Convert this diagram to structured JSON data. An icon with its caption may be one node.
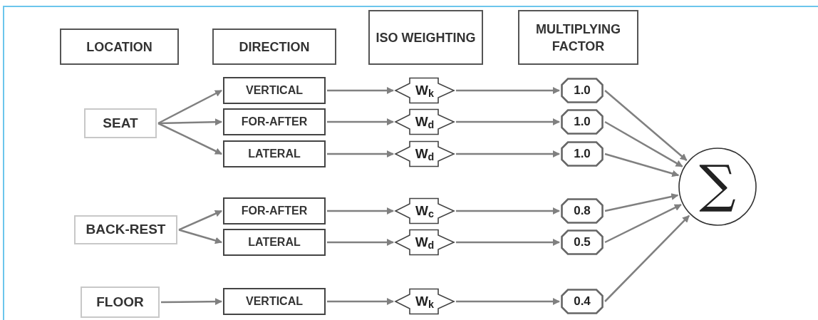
{
  "diagram": {
    "nodes": [
      {
        "text": [
          "LOCATION"
        ]
      },
      {
        "text": [
          "DIRECTION"
        ]
      },
      {
        "text": [
          "ISO WEIGHTING"
        ]
      },
      {
        "text": [
          "MULTIPLYING FACTOR"
        ]
      },
      {
        "text": [
          "SEAT"
        ]
      },
      {
        "text": [
          "BACK-REST"
        ]
      },
      {
        "text": [
          "FLOOR"
        ]
      },
      {
        "text": [
          "VERTICAL"
        ]
      },
      {
        "text": [
          "FOR-AFTER"
        ]
      },
      {
        "text": [
          "LATERAL"
        ]
      },
      {
        "text": [
          "FOR-AFTER"
        ]
      },
      {
        "text": [
          "LATERAL"
        ]
      },
      {
        "text": [
          "VERTICAL"
        ]
      },
      {
        "text": [
          "W$_{k}$"
        ]
      },
      {
        "text": [
          "W$_{d}$"
        ]
      },
      {
        "text": [
          "W$_{d}$"
        ]
      },
      {
        "text": [
          "W$_{c}$"
        ]
      },
      {
        "text": [
          "W$_{d}$"
        ]
      },
      {
        "text": [
          "W$_{k}$"
        ]
      },
      {
        "text": [
          "1.0"
        ]
      },
      {
        "text": [
          "1.0"
        ]
      },
      {
        "text": [
          "1.0"
        ]
      },
      {
        "text": [
          "0.8"
        ]
      },
      {
        "text": [
          "0.5"
        ]
      },
      {
        "text": [
          "0.4"
        ]
      },
      {
        "text": [
          "∑"
        ]
      }
    ],
    "edges": [
      {
        "from": 4,
        "to": 7,
        "arrow": "to"
      },
      {
        "from": 4,
        "to": 8,
        "arrow": "to"
      },
      {
        "from": 4,
        "to": 9,
        "arrow": "to"
      },
      {
        "from": 5,
        "to": 10,
        "arrow": "to"
      },
      {
        "from": 5,
        "to": 11,
        "arrow": "to"
      },
      {
        "from": 6,
        "to": 12,
        "arrow": "to"
      },
      {
        "from": 7,
        "to": 13,
        "arrow": "to"
      },
      {
        "from": 8,
        "to": 14,
        "arrow": "to"
      },
      {
        "from": 9,
        "to": 15,
        "arrow": "to"
      },
      {
        "from": 10,
        "to": 16,
        "arrow": "to"
      },
      {
        "from": 11,
        "to": 17,
        "arrow": "to"
      },
      {
        "from": 12,
        "to": 18,
        "arrow": "to"
      },
      {
        "from": 13,
        "to": 19,
        "arrow": "to"
      },
      {
        "from": 14,
        "to": 20,
        "arrow": "to"
      },
      {
        "from": 15,
        "to": 21,
        "arrow": "to"
      },
      {
        "from": 16,
        "to": 22,
        "arrow": "to"
      },
      {
        "from": 17,
        "to": 23,
        "arrow": "to"
      },
      {
        "from": 18,
        "to": 24,
        "arrow": "to"
      },
      {
        "from": 19,
        "to": 25,
        "arrow": "to"
      },
      {
        "from": 20,
        "to": 25,
        "arrow": "to"
      },
      {
        "from": 21,
        "to": 25,
        "arrow": "to"
      },
      {
        "from": 22,
        "to": 25,
        "arrow": "to"
      },
      {
        "from": 23,
        "to": 25,
        "arrow": "to"
      },
      {
        "from": 24,
        "to": 25,
        "arrow": "to"
      }
    ]
  }
}
